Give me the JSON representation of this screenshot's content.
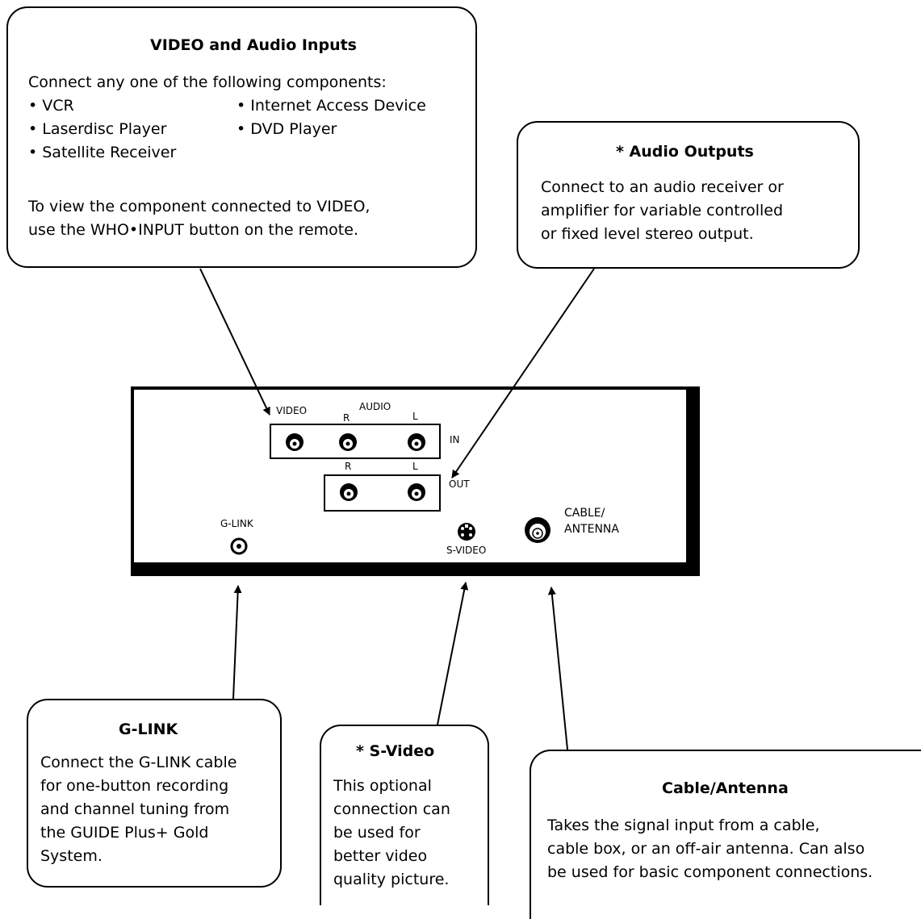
{
  "callouts": {
    "video_audio_inputs": {
      "title": "VIDEO and Audio Inputs",
      "intro": "Connect any one of the following components:",
      "items_left": [
        "• VCR",
        "• Laserdisc Player",
        "• Satellite Receiver"
      ],
      "items_right": [
        "• Internet Access Device",
        "• DVD Player"
      ],
      "note_line1": "To view the component connected to VIDEO,",
      "note_line2": "use the WHO•INPUT button on the remote."
    },
    "audio_outputs": {
      "title": "* Audio Outputs",
      "lines": [
        "Connect to an audio receiver or",
        "amplifier for variable controlled",
        "or fixed level stereo output."
      ]
    },
    "g_link": {
      "title": "G-LINK",
      "lines": [
        "Connect the G-LINK cable",
        "for one-button recording",
        "and channel tuning from",
        "the GUIDE Plus+ Gold",
        "System."
      ]
    },
    "s_video": {
      "title": "* S-Video",
      "lines": [
        "This optional",
        "connection can",
        "be used for",
        "better video",
        "quality picture."
      ]
    },
    "cable_antenna": {
      "title": "Cable/Antenna",
      "lines": [
        "Takes the signal input from a cable,",
        "cable box, or an off-air antenna. Can also",
        "be used for basic component connections."
      ]
    }
  },
  "panel": {
    "video": "VIDEO",
    "audio": "AUDIO",
    "r": "R",
    "l": "L",
    "in": "IN",
    "out": "OUT",
    "g_link": "G-LINK",
    "s_video": "S-VIDEO",
    "cable_line1": "CABLE/",
    "cable_line2": "ANTENNA"
  }
}
